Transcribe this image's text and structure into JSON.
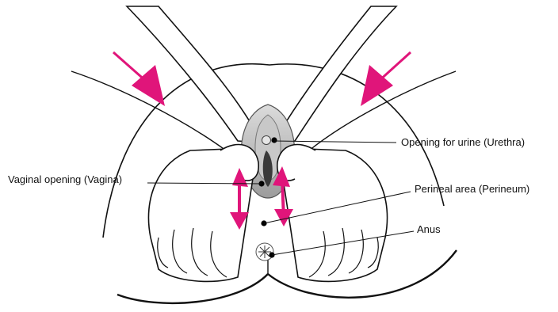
{
  "labels": {
    "urethra": "Opening for urine (Urethra)",
    "vagina": "Vaginal opening (Vagina)",
    "perineum": "Perineal area (Perineum)",
    "anus": "Anus"
  },
  "colors": {
    "arrow": "#e0157a",
    "outline": "#111111",
    "skin": "#ffffff",
    "vulva_shade": "#b9b9b9",
    "opening_dark": "#3a3a3a"
  }
}
